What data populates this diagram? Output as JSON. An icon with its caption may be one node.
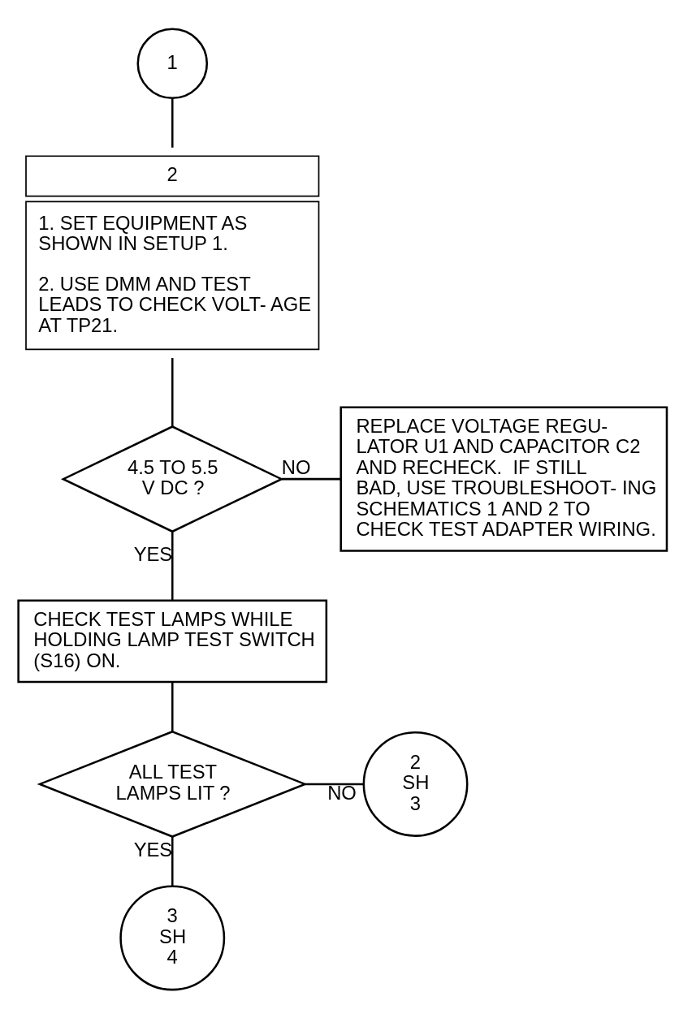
{
  "diagram": {
    "nodes": [
      {
        "text": [
          "1"
        ]
      },
      {
        "text": [
          "2",
          "1. SET EQUIPMENT AS SHOWN IN SETUP 1.",
          "2. USE DMM AND TEST LEADS TO CHECK VOLT- AGE AT TP21."
        ]
      },
      {
        "text": [
          "4.5 TO 5.5 V DC ?"
        ]
      },
      {
        "text": [
          "REPLACE VOLTAGE REGU- LATOR U1 AND CAPACITOR C2 AND RECHECK.  IF STILL BAD, USE TROUBLESHOOT- ING SCHEMATICS 1 AND 2 TO CHECK TEST ADAPTER WIRING."
        ]
      },
      {
        "text": [
          "CHECK TEST LAMPS WHILE HOLDING LAMP TEST SWITCH (S16) ON."
        ]
      },
      {
        "text": [
          "ALL TEST LAMPS LIT ?"
        ]
      },
      {
        "text": [
          "2 SH 3"
        ]
      },
      {
        "text": [
          "3 SH 4"
        ]
      }
    ],
    "edges": [
      {
        "from": 0,
        "to": 1,
        "arrow": "none"
      },
      {
        "from": 1,
        "to": 2,
        "arrow": "none"
      },
      {
        "from": 2,
        "to": 3,
        "arrow": "none",
        "label": "NO"
      },
      {
        "from": 2,
        "to": 4,
        "arrow": "none",
        "label": "YES"
      },
      {
        "from": 4,
        "to": 5,
        "arrow": "none"
      },
      {
        "from": 5,
        "to": 6,
        "arrow": "none",
        "label": "NO"
      },
      {
        "from": 5,
        "to": 7,
        "arrow": "none",
        "label": "YES"
      }
    ]
  }
}
